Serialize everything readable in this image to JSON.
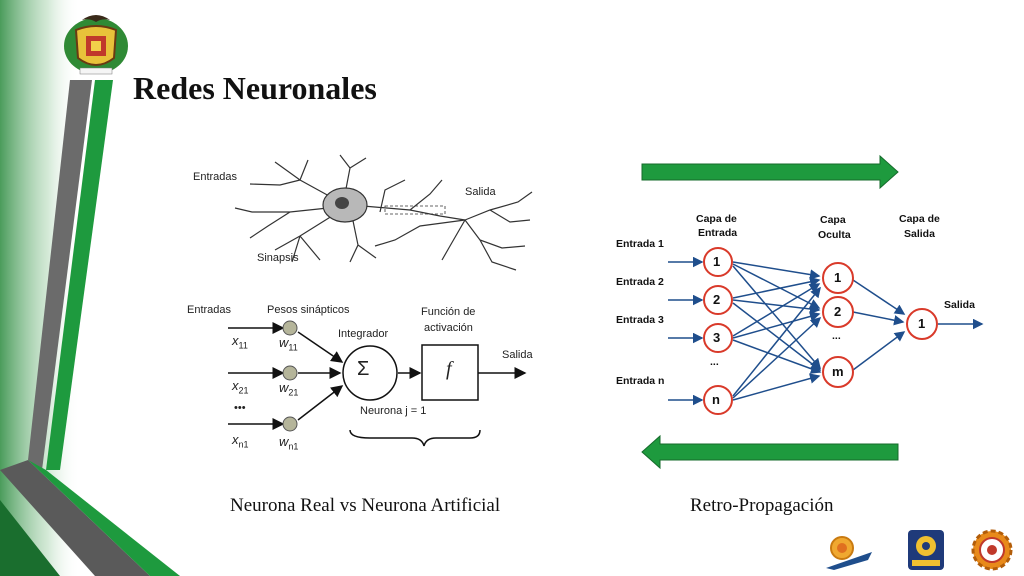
{
  "title": "Redes Neuronales",
  "captions": {
    "left": "Neurona Real vs Neurona Artificial",
    "right": "Retro-Propagación"
  },
  "neuron_real": {
    "entradas": "Entradas",
    "salida": "Salida",
    "sinapsis": "Sinapsis"
  },
  "neuron_artificial": {
    "entradas": "Entradas",
    "pesos": "Pesos sinápticos",
    "integrador": "Integrador",
    "funcion_line1": "Función de",
    "funcion_line2": "activación",
    "salida": "Salida",
    "neurona": "Neurona j = 1",
    "sigma": "Σ",
    "f": "f",
    "inputs": [
      {
        "x": "x",
        "xs": "11",
        "w": "w",
        "ws": "11"
      },
      {
        "x": "x",
        "xs": "21",
        "w": "w",
        "ws": "21"
      },
      {
        "x": "x",
        "xs": "n1",
        "w": "w",
        "ws": "n1"
      }
    ],
    "dots": "•••"
  },
  "network": {
    "capa_entrada_1": "Capa de",
    "capa_entrada_2": "Entrada",
    "capa_oculta_1": "Capa",
    "capa_oculta_2": "Oculta",
    "capa_salida_1": "Capa de",
    "capa_salida_2": "Salida",
    "inputs": [
      "Entrada 1",
      "Entrada 2",
      "Entrada 3",
      "Entrada n"
    ],
    "input_nodes": [
      "1",
      "2",
      "3",
      "n"
    ],
    "hidden_nodes": [
      "1",
      "2",
      "m"
    ],
    "output_node": "1",
    "salida": "Salida",
    "ellipsis": "..."
  },
  "colors": {
    "green": "#1e9a3e",
    "dark_green": "#1a6e2e",
    "gray": "#6b6b6b",
    "node_border": "#d93a2a",
    "arrow_blue": "#1f4e8c"
  }
}
